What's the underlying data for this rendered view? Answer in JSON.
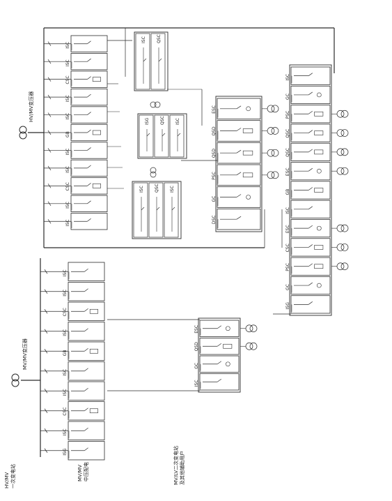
{
  "labels": {
    "hv_line": "HV/MV\n一次变电站",
    "hv_transformer": "HV/MV变压器",
    "mv_transformer": "MV/MV变压器",
    "mv_bus": "MV/MV\n中压配电",
    "lv_note": "MV/LV二次变电站\n及其他辅助用户"
  },
  "cabinet_codes": [
    "ISC",
    "QSC",
    "GB",
    "CSC",
    "ESC",
    "PSC",
    "GC",
    "DSC"
  ],
  "panels": {
    "upper_left": [
      "ISC",
      "ISC",
      "CSC",
      "ISC",
      "ISC",
      "GB",
      "ISC",
      "ISC",
      "CSC",
      "ISC",
      "ISC"
    ],
    "lower_left": [
      "ISC",
      "ISC",
      "CSC",
      "ISC",
      "GB",
      "ISC",
      "ISC",
      "CSC",
      "ISC",
      "ISG"
    ],
    "top_pair_1": [
      "ISC",
      "QSC"
    ],
    "top_pair_2": [
      "ISG",
      "QSC",
      "ISC"
    ],
    "vertical_triple": [
      "ISC",
      "QSC",
      "ISC"
    ],
    "mid_column": [
      "ESC",
      "QSD",
      "QSD",
      "PSC",
      "GC",
      "DSC"
    ],
    "right_column": [
      "ISC",
      "GC",
      "PSC",
      "QSC",
      "QSC",
      "ESC",
      "GB",
      "ISC",
      "ESC",
      "CSC",
      "PSC",
      "GC",
      "ISG"
    ],
    "lower_mid": [
      "ESC",
      "QSD",
      "GC",
      "ISC"
    ]
  }
}
